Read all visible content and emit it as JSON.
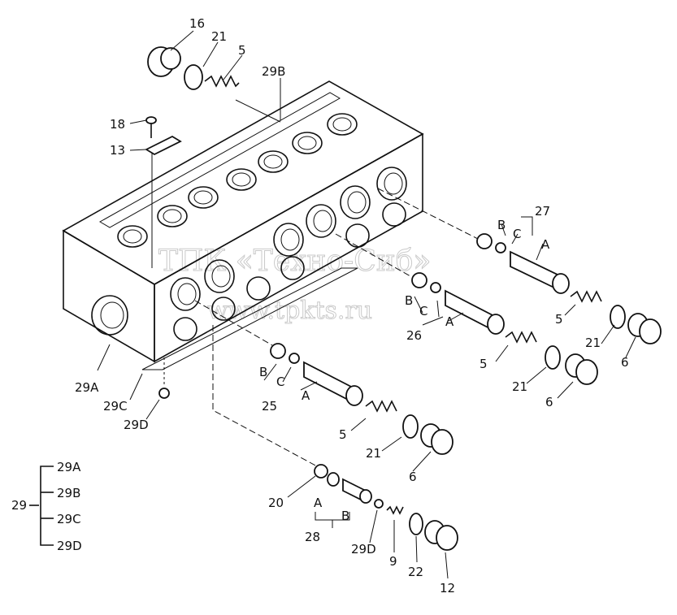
{
  "watermark": {
    "line1": "ТПК «Техно-Сиб»",
    "line2": "www.tpkts.ru"
  },
  "callouts": {
    "c16": "16",
    "c21a": "21",
    "c5a": "5",
    "c29B": "29B",
    "c18": "18",
    "c13": "13",
    "c27": "27",
    "c27B": "B",
    "c27C": "C",
    "c27A": "A",
    "c5b": "5",
    "c21b": "21",
    "c6a": "6",
    "c26B": "B",
    "c26C": "C",
    "c26A": "A",
    "c26": "26",
    "c5c": "5",
    "c21c": "21",
    "c6b": "6",
    "c25B": "B",
    "c25C": "C",
    "c25A": "A",
    "c25": "25",
    "c5d": "5",
    "c21d": "21",
    "c6c": "6",
    "c29A": "29A",
    "c29C": "29C",
    "c29D": "29D",
    "c20": "20",
    "c28A": "A",
    "c28B": "B",
    "c28": "28",
    "c29D2": "29D",
    "c9": "9",
    "c22": "22",
    "c12": "12"
  },
  "legend": {
    "root": "29",
    "items": [
      "29A",
      "29B",
      "29C",
      "29D"
    ]
  }
}
